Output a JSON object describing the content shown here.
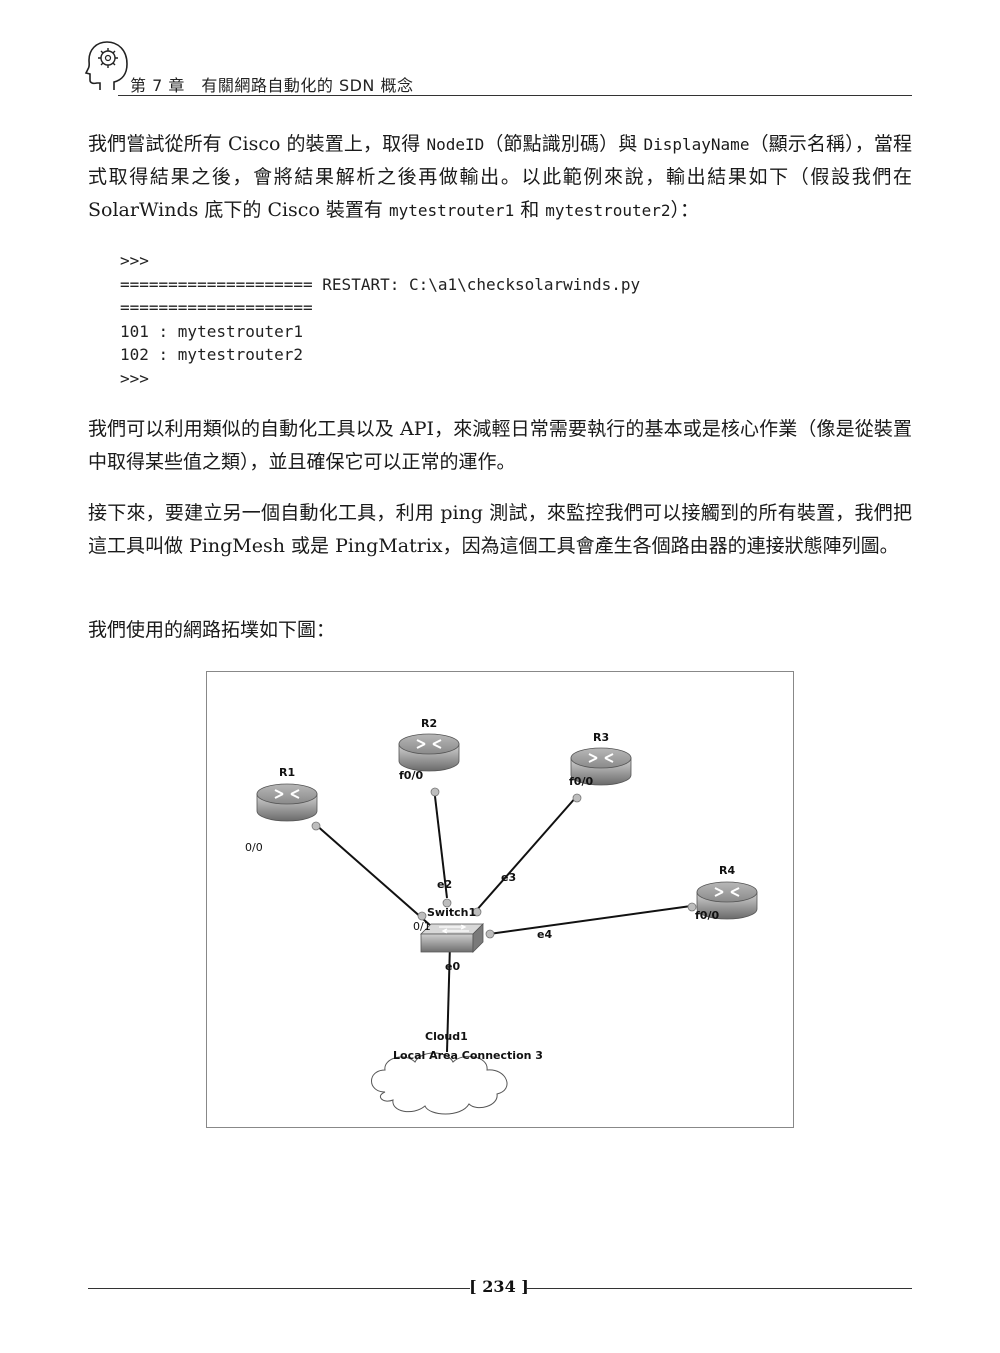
{
  "header": {
    "chapter_title": "第 7 章　有關網路自動化的 SDN 概念",
    "icon": "head-gear-icon"
  },
  "paragraphs": {
    "p1": [
      {
        "t": "我們嘗試從所有 Cisco 的裝置上，取得 "
      },
      {
        "t": "NodeID",
        "mono": true
      },
      {
        "t": "（節點識別碼）與 "
      },
      {
        "t": "DisplayName",
        "mono": true
      },
      {
        "t": "（顯示名稱），當程式取得結果之後，會將結果解析之後再做輸出。以此範例來說，輸出結果如下（假設我們在 SolarWinds 底下的 Cisco 裝置有 "
      },
      {
        "t": "mytestrouter1",
        "mono": true
      },
      {
        "t": " 和 "
      },
      {
        "t": "mytestrouter2",
        "mono": true
      },
      {
        "t": "）："
      }
    ],
    "p2": "我們可以利用類似的自動化工具以及 API，來減輕日常需要執行的基本或是核心作業（像是從裝置中取得某些值之類），並且確保它可以正常的運作。",
    "p3": "接下來，要建立另一個自動化工具，利用 ping 測試，來監控我們可以接觸到的所有裝置，我們把這工具叫做 PingMesh 或是 PingMatrix，因為這個工具會產生各個路由器的連接狀態陣列圖。",
    "p4": "我們使用的網路拓墣如下圖："
  },
  "code": {
    "lines": [
      ">>>",
      "==================== RESTART: C:\\a1\\checksolarwinds.py",
      "====================",
      "101 : mytestrouter1",
      "102 : mytestrouter2",
      ">>>"
    ]
  },
  "diagram": {
    "routers": {
      "r1": {
        "name": "R1",
        "port": "0/0"
      },
      "r2": {
        "name": "R2",
        "port": "f0/0"
      },
      "r3": {
        "name": "R3",
        "port": "f0/0"
      },
      "r4": {
        "name": "R4",
        "port": "f0/0"
      }
    },
    "switch": {
      "name": "Switch1",
      "ports": {
        "p1": "0/1",
        "e2": "e2",
        "e3": "e3",
        "e4": "e4",
        "e0": "e0"
      }
    },
    "cloud": {
      "name": "Cloud1",
      "label": "Local Area Connection 3"
    }
  },
  "footer": {
    "page_number": "[ 234 ]"
  }
}
